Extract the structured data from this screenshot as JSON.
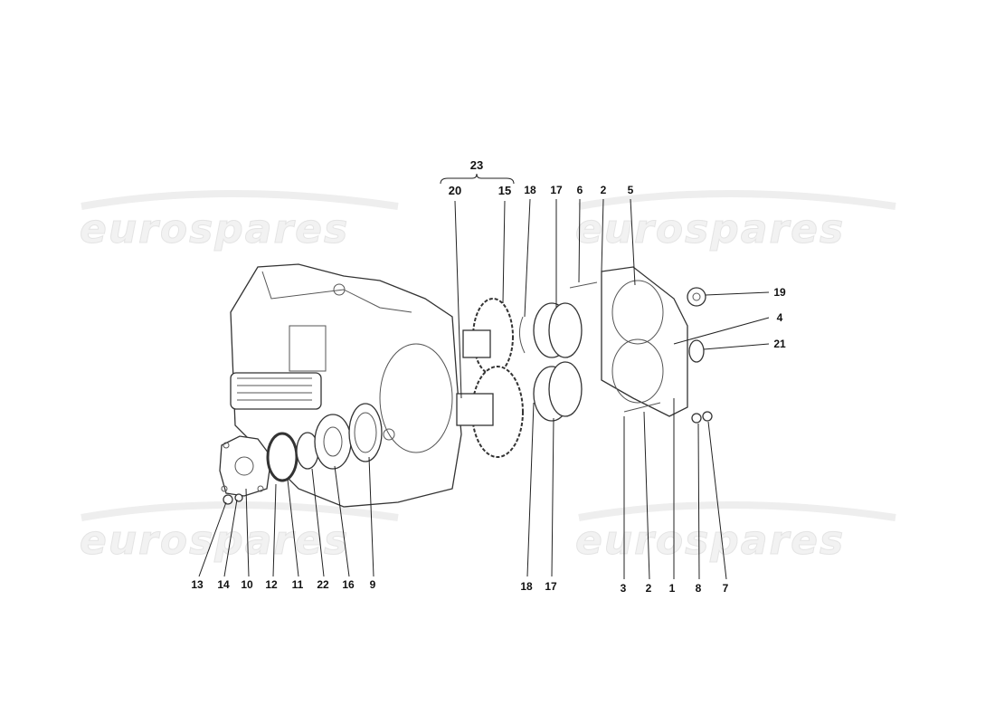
{
  "watermark": {
    "text": "eurospares",
    "color": "#e6e6e6"
  },
  "group_label": "23",
  "top_callouts": [
    "20",
    "15",
    "18",
    "17",
    "6",
    "2",
    "5"
  ],
  "right_callouts": [
    "19",
    "4",
    "21"
  ],
  "bottom_callouts": [
    "13",
    "14",
    "10",
    "12",
    "11",
    "22",
    "16",
    "9",
    "18",
    "17",
    "3",
    "2",
    "1",
    "8",
    "7"
  ]
}
